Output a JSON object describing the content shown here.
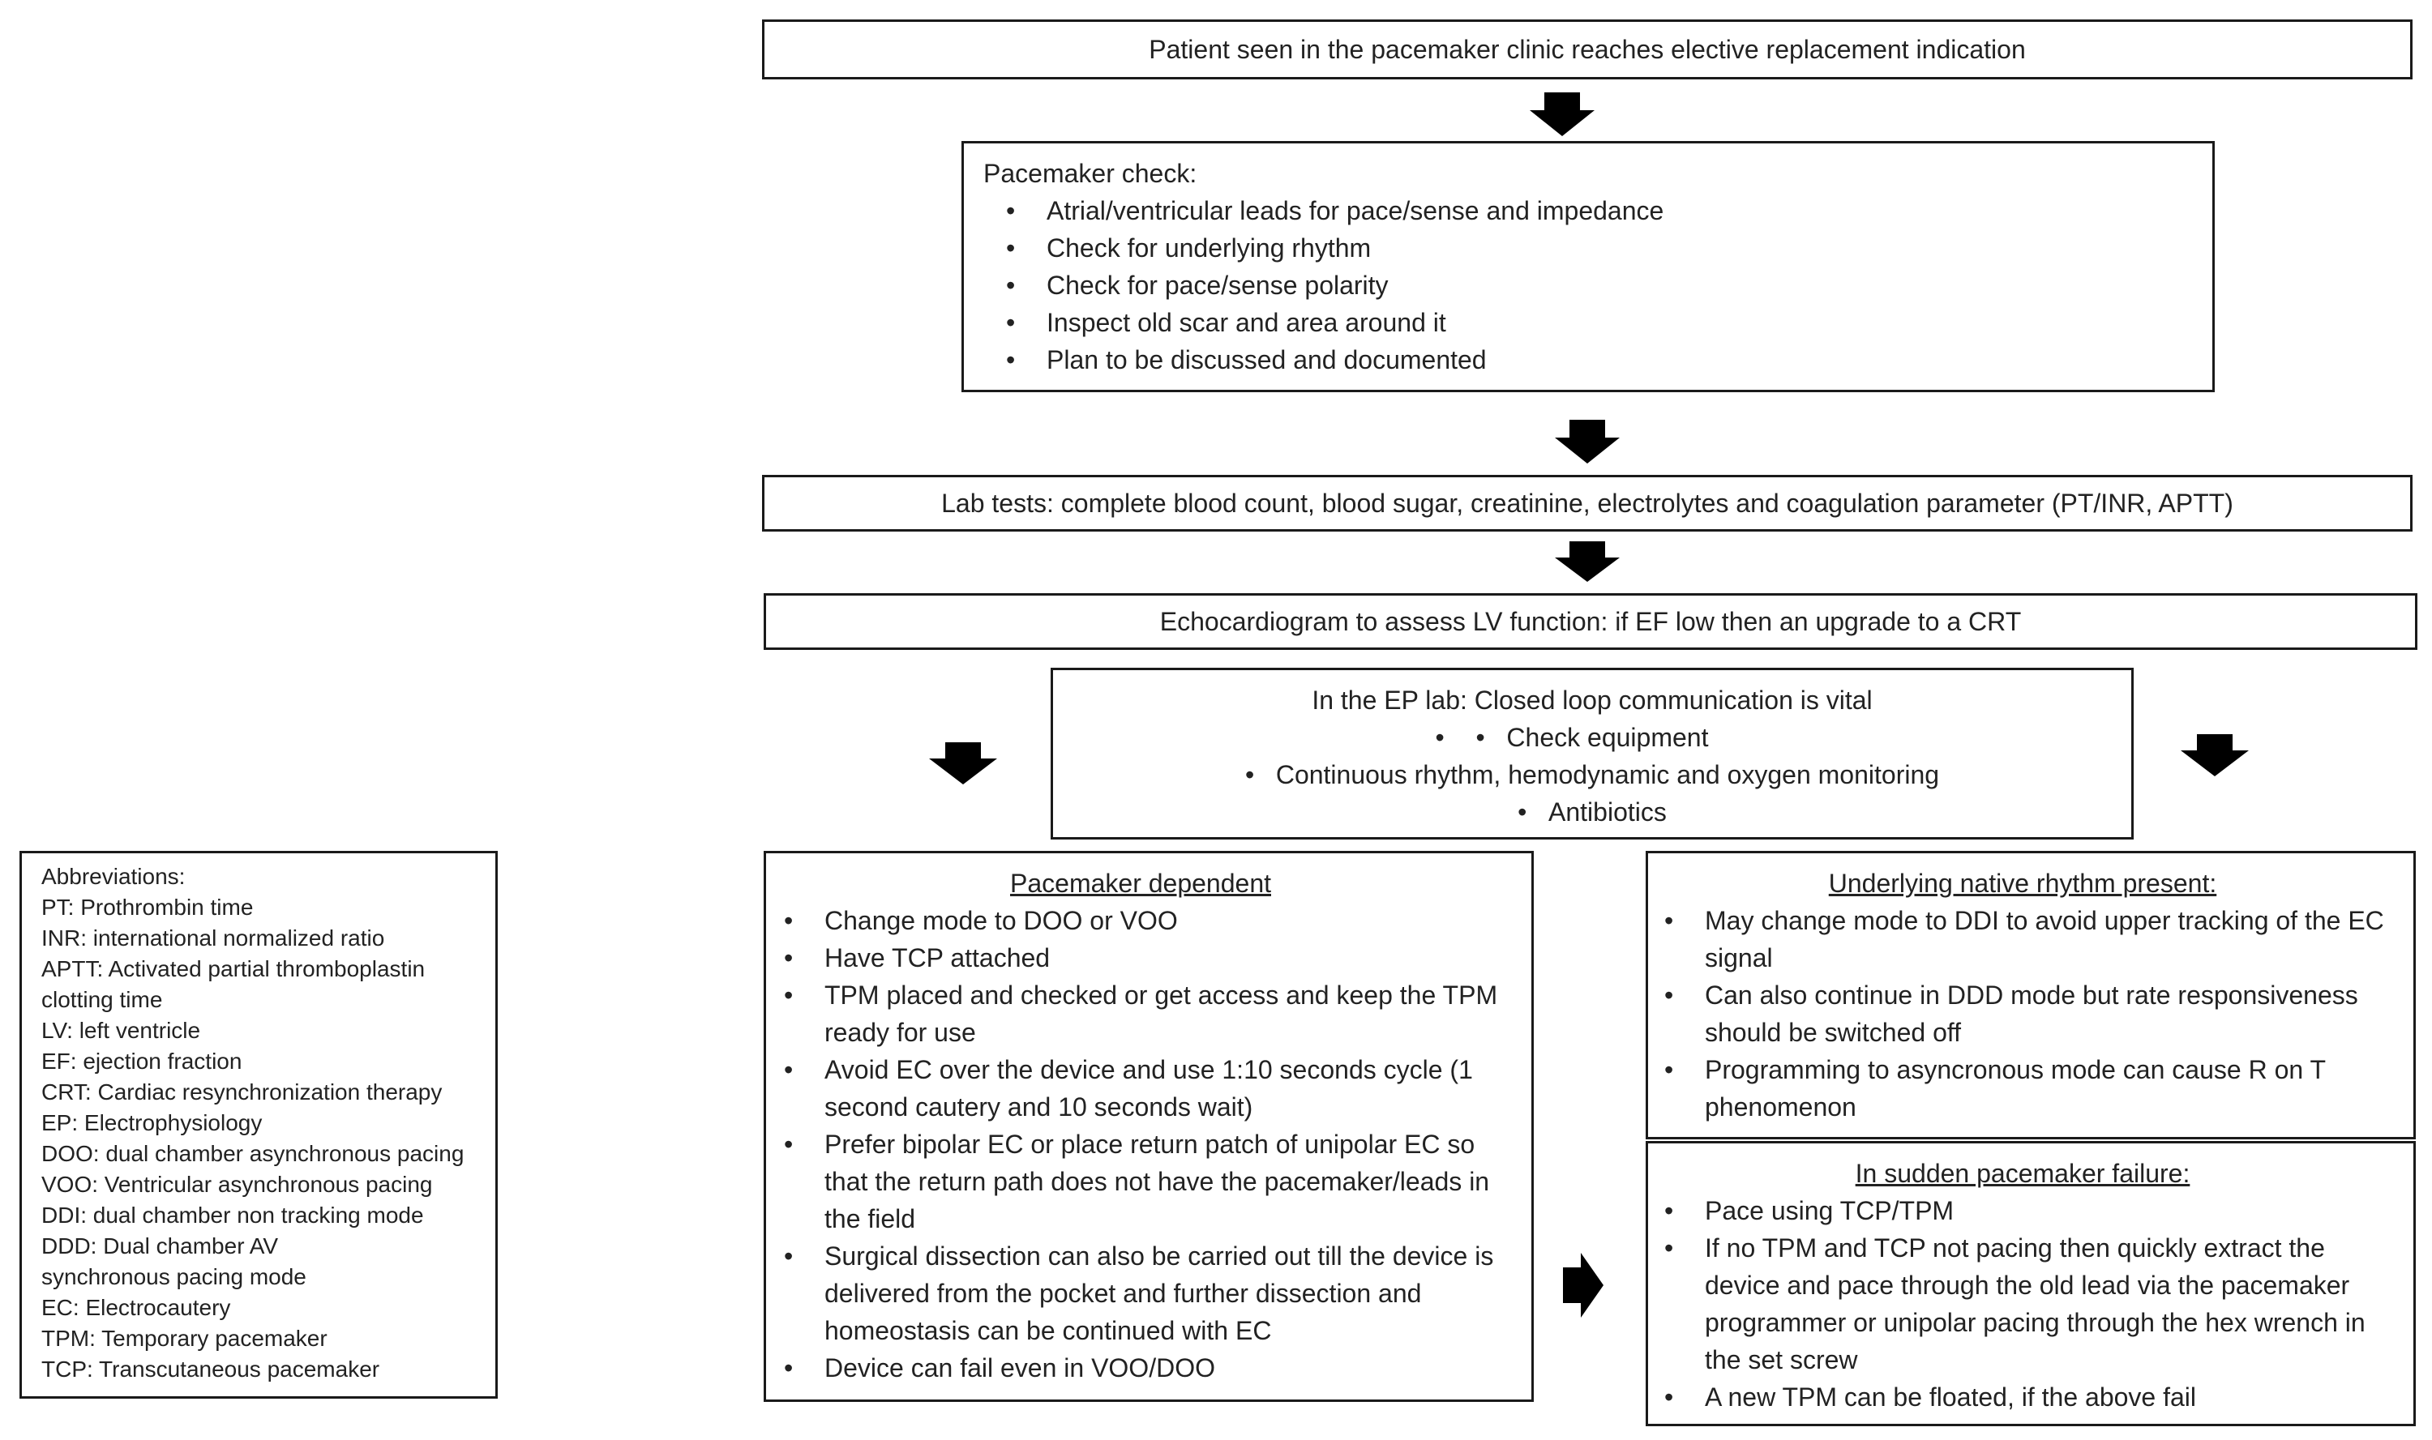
{
  "flow": {
    "start": "Patient seen in the pacemaker clinic reaches elective replacement indication",
    "check": {
      "title": "Pacemaker check:",
      "items": [
        "Atrial/ventricular leads for pace/sense and impedance",
        "Check for underlying rhythm",
        "Check for pace/sense polarity",
        "Inspect old scar and area around it",
        "Plan to be discussed and documented"
      ]
    },
    "labs": "Lab tests: complete blood count, blood sugar, creatinine, electrolytes and coagulation parameter (PT/INR, APTT)",
    "echo": "Echocardiogram to assess LV function: if EF low then an upgrade to a CRT",
    "eplab": {
      "title": "In the EP lab: Closed loop communication is vital",
      "items": [
        "Check equipment",
        "Continuous rhythm, hemodynamic and oxygen monitoring",
        "Antibiotics"
      ]
    },
    "dependent": {
      "title": "Pacemaker dependent",
      "items": [
        "Change mode to DOO or VOO",
        "Have TCP attached",
        "TPM placed and checked or get access and keep the TPM ready for use",
        "Avoid EC over the device and use 1:10 seconds cycle (1 second cautery and 10 seconds wait)",
        "Prefer bipolar EC or place return patch of unipolar EC so that the return path does not have the pacemaker/leads in the field",
        "Surgical dissection can also be carried out till the device is delivered from the pocket and further dissection and homeostasis can be continued with EC",
        "Device can fail even in VOO/DOO"
      ]
    },
    "native": {
      "title": "Underlying native rhythm present:",
      "items": [
        "May change mode to DDI to avoid upper tracking of the EC signal",
        "Can also continue in DDD mode but rate responsiveness should be switched off",
        "Programming to asyncronous mode can cause R on T phenomenon"
      ]
    },
    "failure": {
      "title": "In sudden pacemaker failure:",
      "items": [
        "Pace using TCP/TPM",
        "If no TPM and TCP not pacing then quickly extract the device and pace through the old lead via the pacemaker programmer or unipolar pacing through the hex wrench in the set screw",
        "A  new TPM can be floated, if the above fail"
      ]
    }
  },
  "abbreviations": {
    "title": "Abbreviations:",
    "lines": [
      "PT: Prothrombin time",
      "INR: international normalized ratio",
      "APTT: Activated partial thromboplastin",
      "clotting time",
      "LV: left ventricle",
      "EF: ejection fraction",
      "CRT: Cardiac resynchronization therapy",
      "EP: Electrophysiology",
      "DOO: dual chamber asynchronous pacing",
      "VOO: Ventricular asynchronous pacing",
      "DDI: dual chamber non tracking mode",
      "DDD: Dual chamber AV",
      "synchronous pacing mode",
      "EC: Electrocautery",
      "TPM: Temporary pacemaker",
      "TCP: Transcutaneous pacemaker"
    ]
  }
}
